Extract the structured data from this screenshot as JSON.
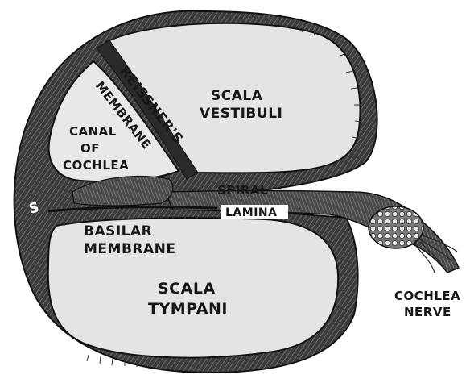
{
  "labels": {
    "reissners": "REISSNER'S",
    "membrane_upper": "MEMBRANE",
    "scala_vestibuli_1": "SCALA",
    "scala_vestibuli_2": "VESTIBULI",
    "canal_1": "CANAL",
    "canal_2": "OF",
    "canal_3": "COCHLEA",
    "spiral": "SPIRAL",
    "lamina": "LAMINA",
    "s_marker": "S",
    "basilar_1": "BASILAR",
    "basilar_2": "MEMBRANE",
    "scala_tympani_1": "SCALA",
    "scala_tympani_2": "TYMPANI",
    "cochlea_nerve_1": "COCHLEA",
    "cochlea_nerve_2": "NERVE"
  }
}
